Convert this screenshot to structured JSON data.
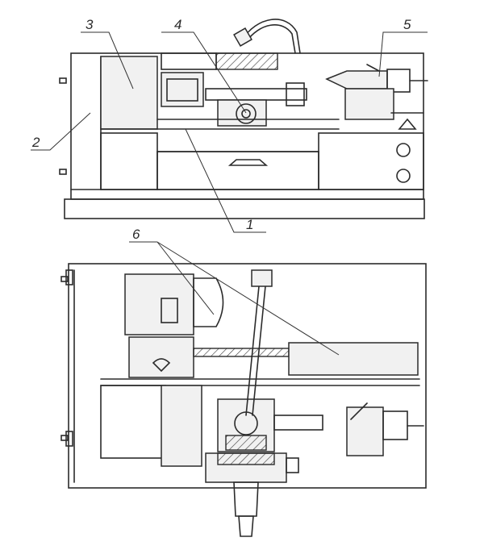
{
  "labels": {
    "l1": "1",
    "l2": "2",
    "l3": "3",
    "l4": "4",
    "l5": "5",
    "l6": "6"
  },
  "colors": {
    "ink": "#2b2b2b",
    "paper": "#ffffff"
  }
}
